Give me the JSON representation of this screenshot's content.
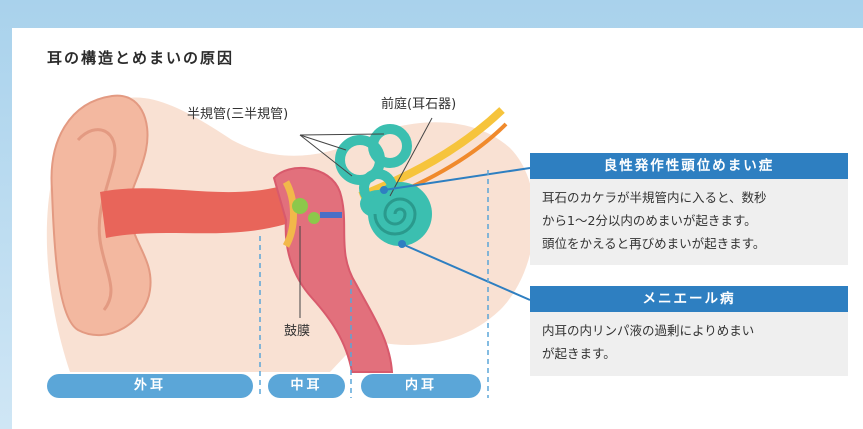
{
  "title": "耳の構造とめまいの原因",
  "labels": {
    "semicircular": "半規管(三半規管)",
    "vestibule": "前庭(耳石器)",
    "eardrum": "鼓膜"
  },
  "conditions": [
    {
      "name": "良性発作性頭位めまい症",
      "lines": [
        "耳石のカケラが半規管内に入ると、数秒",
        "から1〜2分以内のめまいが起きます。",
        "頭位をかえると再びめまいが起きます。"
      ]
    },
    {
      "name": "メニエール病",
      "lines": [
        "内耳の内リンパ液の過剰によりめまい",
        "が起きます。"
      ]
    }
  ],
  "regions": [
    "外耳",
    "中耳",
    "内耳"
  ],
  "colors": {
    "accent": "#2e7fc1",
    "pill": "#5ba6d8",
    "skin": "#f7d6c2",
    "canal": "#e8655a",
    "inner_ear": "#3bbfb0"
  }
}
